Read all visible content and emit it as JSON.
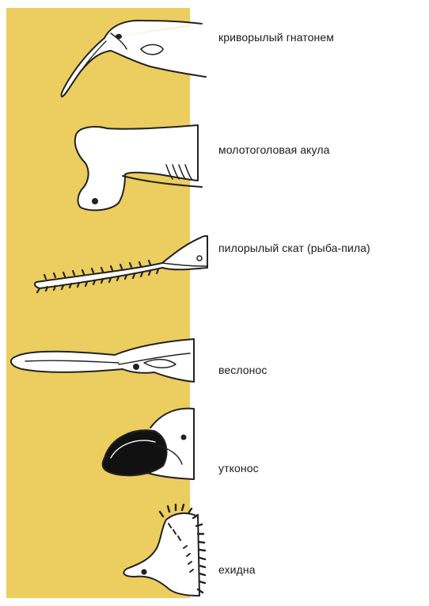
{
  "background_color": "#eccd5f",
  "animals": [
    {
      "icon": "crooked-beak-gnathonemus-icon",
      "label": "криворылый гнатонем"
    },
    {
      "icon": "hammerhead-shark-icon",
      "label": "молотоголовая акула"
    },
    {
      "icon": "sawfish-icon",
      "label": "пилорылый скат (рыба-пила)"
    },
    {
      "icon": "paddlefish-icon",
      "label": "веслонос"
    },
    {
      "icon": "platypus-icon",
      "label": "утконос"
    },
    {
      "icon": "echidna-icon",
      "label": "ехидна"
    }
  ]
}
